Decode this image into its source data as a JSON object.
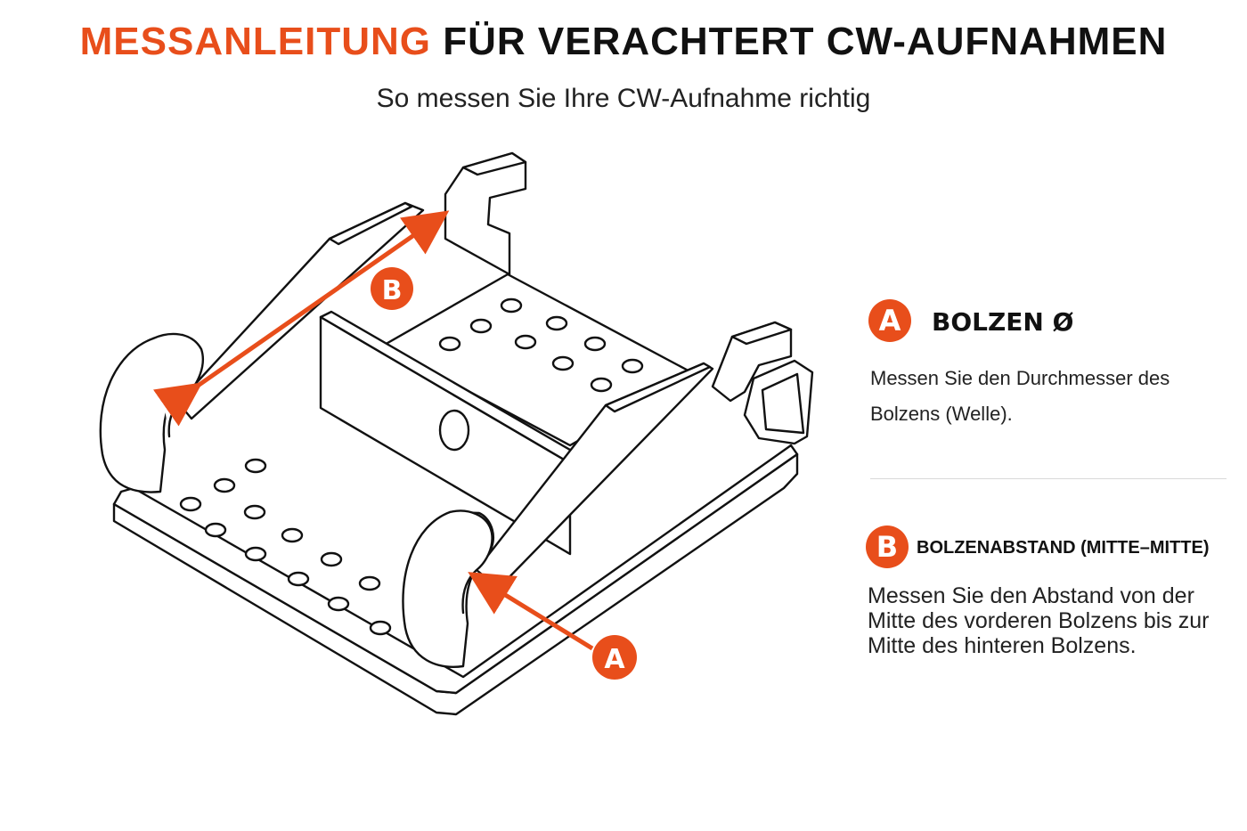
{
  "header": {
    "title_accent": "MESSANLEITUNG",
    "title_rest": "FÜR VERACHTERT CW-AUFNAHMEN",
    "subtitle": "So messen Sie Ihre CW-Aufnahme richtig"
  },
  "diagram": {
    "label_a": "A",
    "label_b": "B"
  },
  "legend": {
    "a": {
      "badge": "A",
      "heading": "BOLZEN Ø",
      "description": "Messen Sie den Durchmesser des Bolzens (Welle)."
    },
    "b": {
      "badge": "B",
      "heading": "BOLZENABSTAND (MITTE–MITTE)",
      "description": "Messen Sie den Abstand von der Mitte des vorderen Bolzens bis zur Mitte des hinteren Bolzens."
    }
  },
  "colors": {
    "accent": "#e84e1b",
    "ink": "#111111",
    "divider": "#d9d9d9"
  }
}
